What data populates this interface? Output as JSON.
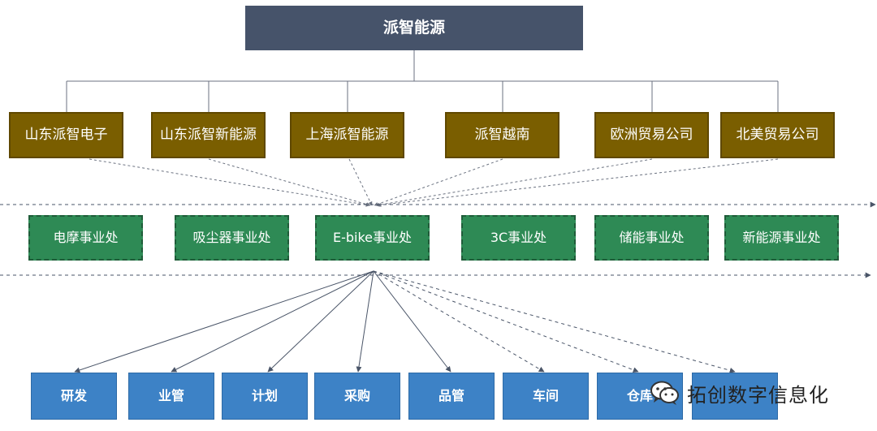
{
  "root": {
    "label": "派智能源"
  },
  "companies": [
    {
      "label": "山东派智电子"
    },
    {
      "label": "山东派智新能源"
    },
    {
      "label": "上海派智能源"
    },
    {
      "label": "派智越南"
    },
    {
      "label": "欧洲贸易公司"
    },
    {
      "label": "北美贸易公司"
    }
  ],
  "divisions": [
    {
      "label": "电摩事业处"
    },
    {
      "label": "吸尘器事业处"
    },
    {
      "label": "E-bike事业处"
    },
    {
      "label": "3C事业处"
    },
    {
      "label": "储能事业处"
    },
    {
      "label": "新能源事业处"
    }
  ],
  "departments": [
    {
      "label": "研发"
    },
    {
      "label": "业管"
    },
    {
      "label": "计划"
    },
    {
      "label": "采购"
    },
    {
      "label": "品管"
    },
    {
      "label": "车间"
    },
    {
      "label": "仓库"
    },
    {
      "label": ""
    }
  ],
  "watermark": {
    "text": "拓创数字信息化",
    "icon": "wechat-icon"
  },
  "colors": {
    "root": "#46536a",
    "company": "#7a5e00",
    "division": "#2e8a55",
    "department": "#3d82c6",
    "line": "#4a5568"
  }
}
